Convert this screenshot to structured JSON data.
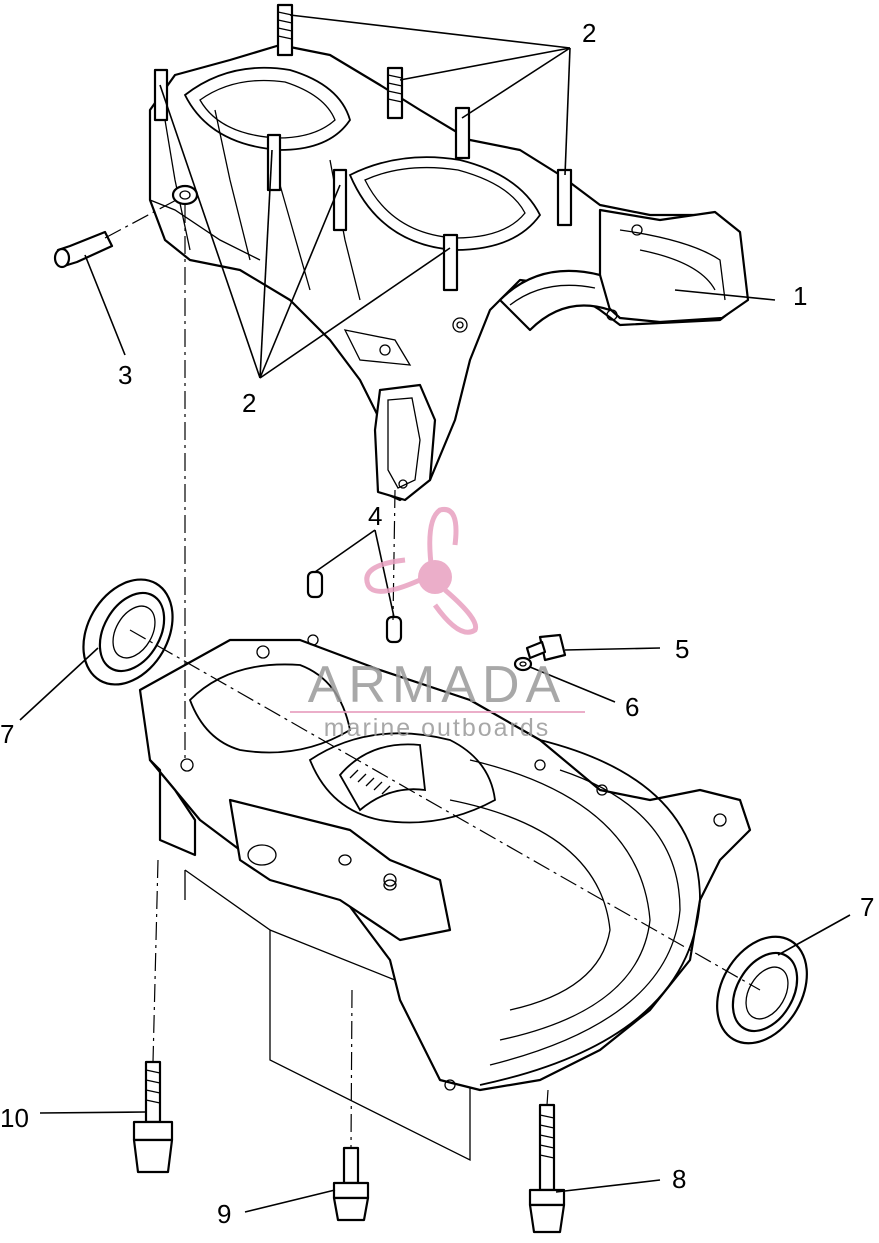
{
  "callouts": {
    "c1": "1",
    "c2_top": "2",
    "c2_bottom": "2",
    "c3": "3",
    "c4": "4",
    "c5": "5",
    "c6": "6",
    "c7_left": "7",
    "c7_right": "7",
    "c8": "8",
    "c9": "9",
    "c10": "10"
  },
  "watermark": {
    "brand": "ARMADA",
    "tagline": "marine outboards",
    "color": "#e8a0c0"
  }
}
